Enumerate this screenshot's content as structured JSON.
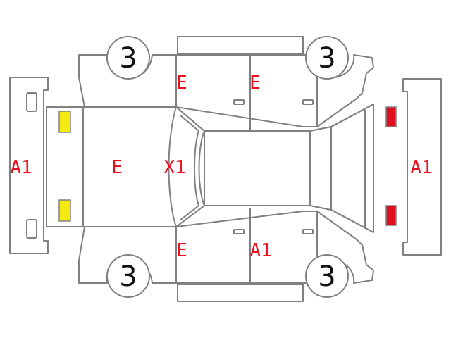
{
  "colors": {
    "outline": "#808080",
    "code_text": "#e8101c",
    "marker_yellow": "#f5ea10",
    "marker_red": "#e01020",
    "background": "#ffffff"
  },
  "wheels": {
    "front_left": "3",
    "rear_left": "3",
    "front_right": "3",
    "rear_right": "3"
  },
  "panels": {
    "front_bumper": "A1",
    "hood": "E",
    "front_upper_left_panel": "E",
    "rear_upper_left_panel": "E",
    "windshield_pillar": "X1",
    "front_lower_left_panel": "E",
    "rear_lower_panel": "A1",
    "rear_bumper": "A1"
  },
  "markers": {
    "front_lamps": "yellow",
    "rear_lamps": "red"
  }
}
